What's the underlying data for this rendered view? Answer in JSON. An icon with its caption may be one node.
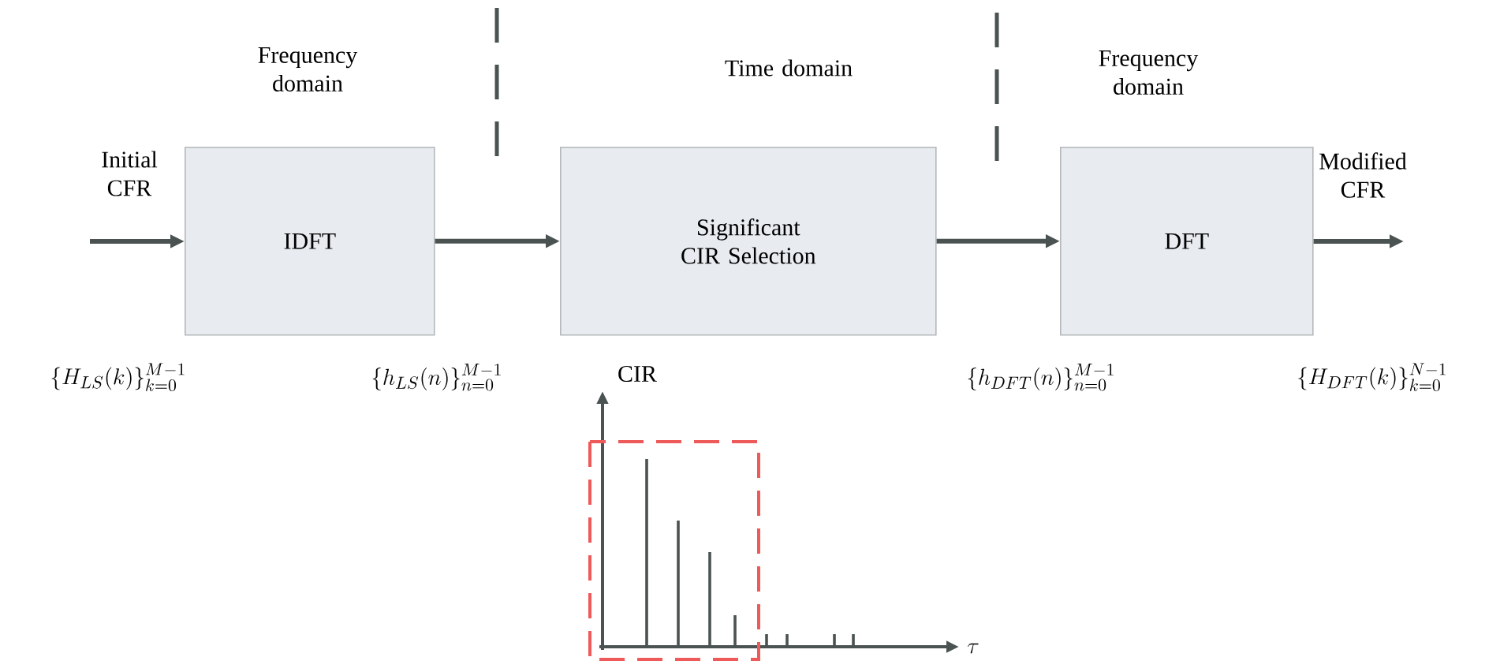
{
  "diagram": {
    "nodes": [
      {
        "text": [
          "IDFT"
        ]
      },
      {
        "text": [
          "Significant CIR Selection"
        ]
      },
      {
        "text": [
          "DFT"
        ]
      }
    ],
    "edges": [
      {
        "from": null,
        "to": 0,
        "arrow": "to",
        "label": "Initial CFR"
      },
      {
        "from": 0,
        "to": 1,
        "arrow": "to"
      },
      {
        "from": 1,
        "to": 2,
        "arrow": "to"
      },
      {
        "from": 2,
        "to": null,
        "arrow": "to",
        "label": "Modified CFR"
      }
    ],
    "labels": [
      "Frequency domain",
      "Time domain",
      "Frequency domain",
      "\\{H_{LS}(k)\\}_{k=0}^{M-1}",
      "\\{h_{LS}(n)\\}_{n=0}^{M-1}",
      "\\{h_{DFT}(n)\\}_{n=0}^{M-1}",
      "\\{H_{DFT}(k)\\}_{k=0}^{N-1}",
      "CIR",
      "\\tau"
    ]
  }
}
